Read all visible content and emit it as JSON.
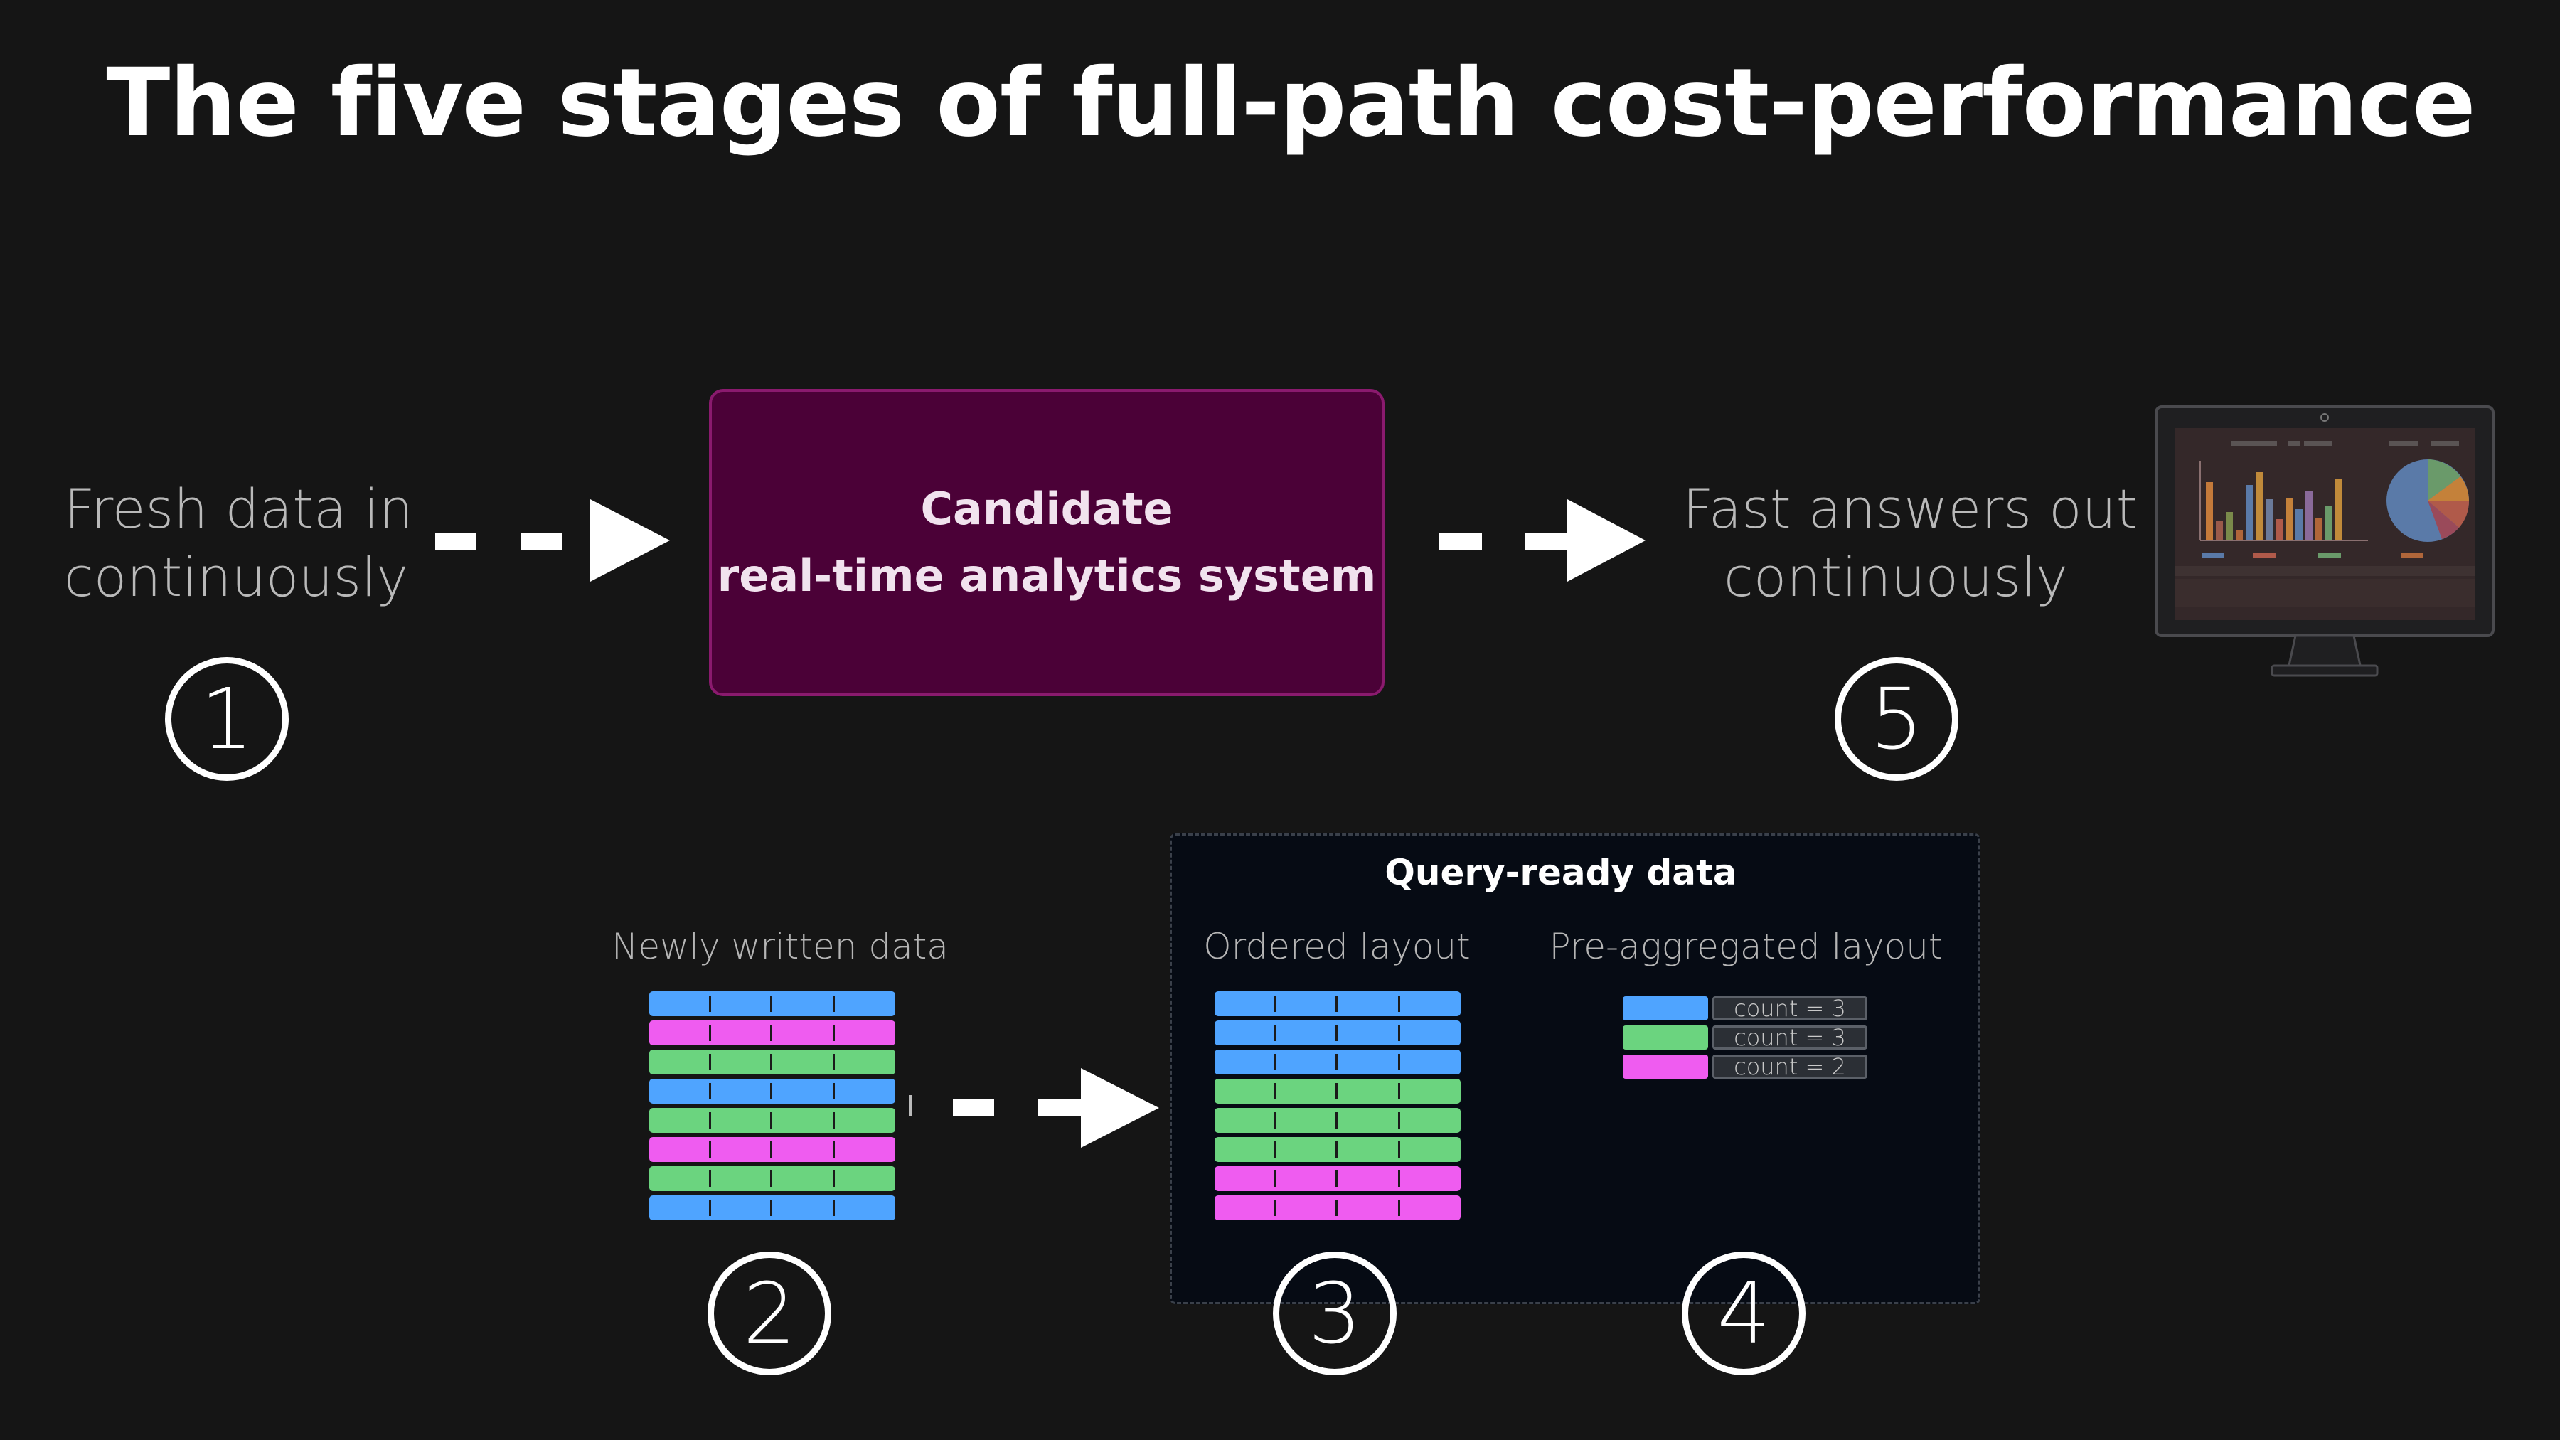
{
  "title": "The five stages of full-path cost-performance",
  "stage1": {
    "line1": "Fresh data in",
    "line2": "continuously",
    "number": "1"
  },
  "system": {
    "line1": "Candidate",
    "line2": "real-time analytics system"
  },
  "stage5": {
    "line1": "Fast answers out",
    "line2": "continuously",
    "number": "5"
  },
  "stage2": {
    "label": "Newly written data",
    "number": "2",
    "rows": [
      "blue",
      "magenta",
      "green",
      "blue",
      "green",
      "magenta",
      "green",
      "blue"
    ]
  },
  "query_ready": {
    "title": "Query-ready data",
    "ordered": {
      "label": "Ordered layout",
      "number": "3",
      "rows": [
        "blue",
        "blue",
        "blue",
        "green",
        "green",
        "green",
        "magenta",
        "magenta"
      ]
    },
    "preaggregated": {
      "label": "Pre-aggregated layout",
      "number": "4",
      "rows": [
        {
          "color": "blue",
          "count": "count = 3"
        },
        {
          "color": "green",
          "count": "count = 3"
        },
        {
          "color": "magenta",
          "count": "count = 2"
        }
      ]
    }
  },
  "colors": {
    "blue": "#4fa4ff",
    "green": "#6bd47f",
    "magenta": "#ef5cf0",
    "system_fill": "#4b0137",
    "background": "#151515"
  },
  "icons": [
    "dashboard-monitor-icon",
    "dashed-arrow-icon"
  ]
}
